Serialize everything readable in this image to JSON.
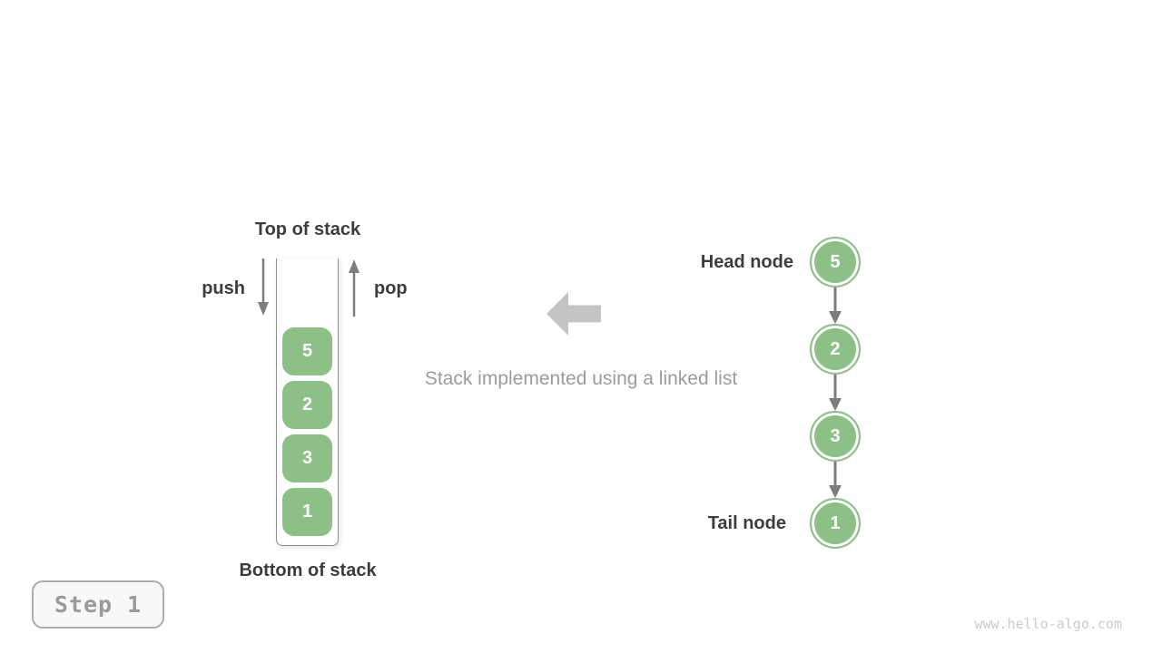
{
  "colors": {
    "node_green": "#8dc086",
    "arrow_gray": "#7d7d7d",
    "dark_text": "#3d3d3d",
    "gray_text": "#9b9b9b",
    "block_arrow_gray": "#c4c4c4",
    "container_border": "#8f8f8f",
    "step_border": "#ababab",
    "step_bg": "#f8f8f8",
    "step_text": "#9a9a9a",
    "watermark_gray": "#cbcbcb"
  },
  "stack": {
    "top_label": "Top of stack",
    "bottom_label": "Bottom of stack",
    "push_label": "push",
    "pop_label": "pop",
    "items": [
      "5",
      "2",
      "3",
      "1"
    ]
  },
  "middle": {
    "caption": "Stack implemented using a linked list"
  },
  "linked_list": {
    "head_label": "Head node",
    "tail_label": "Tail node",
    "nodes": [
      "5",
      "2",
      "3",
      "1"
    ]
  },
  "footer": {
    "step_label": "Step 1",
    "watermark": "www.hello-algo.com"
  }
}
